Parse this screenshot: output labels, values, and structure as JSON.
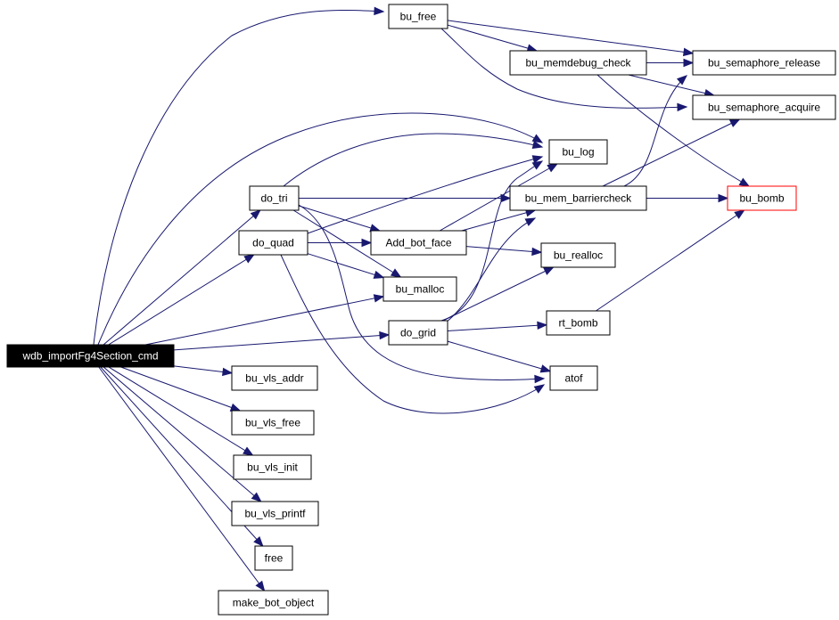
{
  "graph": {
    "nodes": [
      {
        "id": "root",
        "label": "wdb_importFg4Section_cmd",
        "style": "root"
      },
      {
        "id": "bu_free",
        "label": "bu_free"
      },
      {
        "id": "bu_memdebug_check",
        "label": "bu_memdebug_check"
      },
      {
        "id": "bu_semaphore_release",
        "label": "bu_semaphore_release"
      },
      {
        "id": "bu_semaphore_acquire",
        "label": "bu_semaphore_acquire"
      },
      {
        "id": "bu_log",
        "label": "bu_log"
      },
      {
        "id": "do_tri",
        "label": "do_tri"
      },
      {
        "id": "bu_mem_barriercheck",
        "label": "bu_mem_barriercheck"
      },
      {
        "id": "bu_bomb",
        "label": "bu_bomb",
        "style": "red"
      },
      {
        "id": "do_quad",
        "label": "do_quad"
      },
      {
        "id": "Add_bot_face",
        "label": "Add_bot_face"
      },
      {
        "id": "bu_realloc",
        "label": "bu_realloc"
      },
      {
        "id": "bu_malloc",
        "label": "bu_malloc"
      },
      {
        "id": "do_grid",
        "label": "do_grid"
      },
      {
        "id": "rt_bomb",
        "label": "rt_bomb"
      },
      {
        "id": "atof",
        "label": "atof"
      },
      {
        "id": "bu_vls_addr",
        "label": "bu_vls_addr"
      },
      {
        "id": "bu_vls_free",
        "label": "bu_vls_free"
      },
      {
        "id": "bu_vls_init",
        "label": "bu_vls_init"
      },
      {
        "id": "bu_vls_printf",
        "label": "bu_vls_printf"
      },
      {
        "id": "free",
        "label": "free"
      },
      {
        "id": "make_bot_object",
        "label": "make_bot_object"
      }
    ],
    "edges": [
      {
        "from": "root",
        "to": "bu_free"
      },
      {
        "from": "root",
        "to": "bu_log"
      },
      {
        "from": "root",
        "to": "do_tri"
      },
      {
        "from": "root",
        "to": "do_quad"
      },
      {
        "from": "root",
        "to": "bu_malloc"
      },
      {
        "from": "root",
        "to": "do_grid"
      },
      {
        "from": "root",
        "to": "bu_vls_addr"
      },
      {
        "from": "root",
        "to": "bu_vls_free"
      },
      {
        "from": "root",
        "to": "bu_vls_init"
      },
      {
        "from": "root",
        "to": "bu_vls_printf"
      },
      {
        "from": "root",
        "to": "free"
      },
      {
        "from": "root",
        "to": "make_bot_object"
      },
      {
        "from": "bu_free",
        "to": "bu_memdebug_check"
      },
      {
        "from": "bu_free",
        "to": "bu_semaphore_release"
      },
      {
        "from": "bu_free",
        "to": "bu_semaphore_acquire"
      },
      {
        "from": "bu_memdebug_check",
        "to": "bu_semaphore_release"
      },
      {
        "from": "bu_memdebug_check",
        "to": "bu_semaphore_acquire"
      },
      {
        "from": "bu_memdebug_check",
        "to": "bu_bomb"
      },
      {
        "from": "do_tri",
        "to": "bu_log"
      },
      {
        "from": "do_tri",
        "to": "bu_mem_barriercheck"
      },
      {
        "from": "do_tri",
        "to": "Add_bot_face"
      },
      {
        "from": "do_tri",
        "to": "bu_malloc"
      },
      {
        "from": "do_tri",
        "to": "atof"
      },
      {
        "from": "do_quad",
        "to": "bu_log"
      },
      {
        "from": "do_quad",
        "to": "Add_bot_face"
      },
      {
        "from": "do_quad",
        "to": "bu_malloc"
      },
      {
        "from": "do_quad",
        "to": "atof"
      },
      {
        "from": "Add_bot_face",
        "to": "bu_log"
      },
      {
        "from": "Add_bot_face",
        "to": "bu_mem_barriercheck"
      },
      {
        "from": "Add_bot_face",
        "to": "bu_realloc"
      },
      {
        "from": "bu_mem_barriercheck",
        "to": "bu_semaphore_release"
      },
      {
        "from": "bu_mem_barriercheck",
        "to": "bu_semaphore_acquire"
      },
      {
        "from": "bu_mem_barriercheck",
        "to": "bu_bomb"
      },
      {
        "from": "do_grid",
        "to": "bu_log"
      },
      {
        "from": "do_grid",
        "to": "bu_mem_barriercheck"
      },
      {
        "from": "do_grid",
        "to": "bu_realloc"
      },
      {
        "from": "do_grid",
        "to": "rt_bomb"
      },
      {
        "from": "do_grid",
        "to": "atof"
      },
      {
        "from": "rt_bomb",
        "to": "bu_bomb"
      }
    ]
  },
  "colors": {
    "edge": "#191970",
    "node_border": "#000000",
    "root_fill": "#000000",
    "root_text": "#ffffff",
    "highlight_border": "#ff0000"
  }
}
